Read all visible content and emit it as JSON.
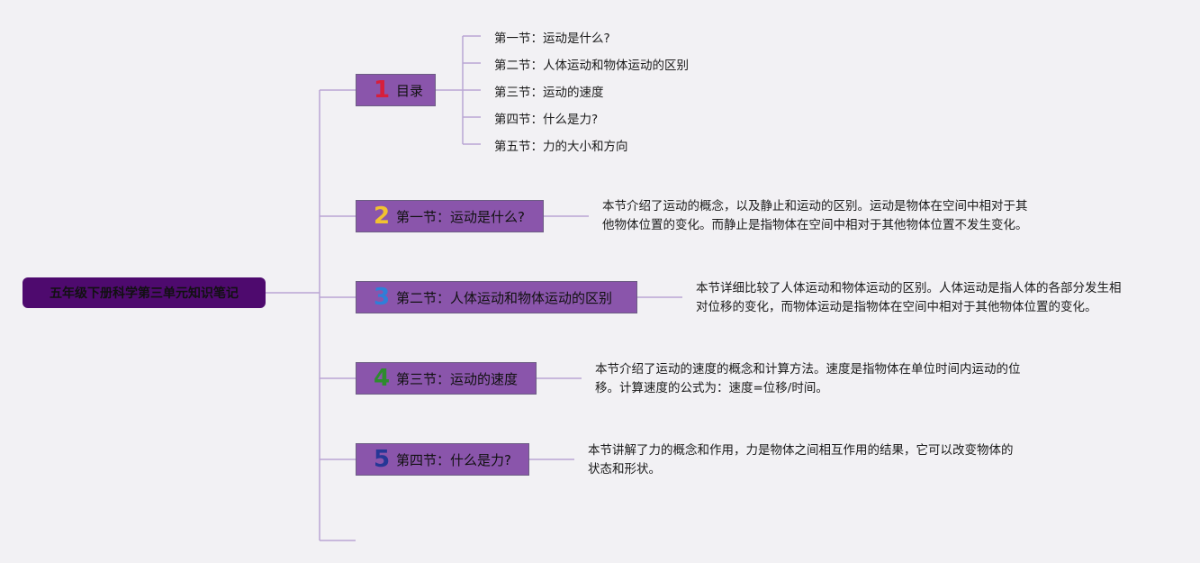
{
  "root": {
    "title": "五年级下册科学第三单元知识笔记"
  },
  "branches": [
    {
      "number": "1",
      "number_color": "#d61f3c",
      "label": "目录"
    },
    {
      "number": "2",
      "number_color": "#f2c230",
      "label": "第一节：运动是什么?"
    },
    {
      "number": "3",
      "number_color": "#2f7fd8",
      "label": "第二节：人体运动和物体运动的区别"
    },
    {
      "number": "4",
      "number_color": "#2e8b2e",
      "label": "第三节：运动的速度"
    },
    {
      "number": "5",
      "number_color": "#253796",
      "label": "第四节：什么是力?"
    }
  ],
  "toc_items": [
    "第一节：运动是什么?",
    "第二节：人体运动和物体运动的区别",
    "第三节：运动的速度",
    "第四节：什么是力?",
    "第五节：力的大小和方向"
  ],
  "descriptions": [
    {
      "line1": "本节介绍了运动的概念，以及静止和运动的区别。运动是物体在空间中相对于其",
      "line2": "他物体位置的变化。而静止是指物体在空间中相对于其他物体位置不发生变化。"
    },
    {
      "line1": "本节详细比较了人体运动和物体运动的区别。人体运动是指人体的各部分发生相",
      "line2": "对位移的变化，而物体运动是指物体在空间中相对于其他物体位置的变化。"
    },
    {
      "line1": "本节介绍了运动的速度的概念和计算方法。速度是指物体在单位时间内运动的位",
      "line2": "移。计算速度的公式为：速度=位移/时间。"
    },
    {
      "line1": "本节讲解了力的概念和作用，力是物体之间相互作用的结果，它可以改变物体的",
      "line2": "状态和形状。"
    }
  ],
  "colors": {
    "connector": "#b9a6d4",
    "branch_fill": "#8a55ab",
    "root_fill": "#4e0a6e",
    "background": "#f2f1f4"
  }
}
